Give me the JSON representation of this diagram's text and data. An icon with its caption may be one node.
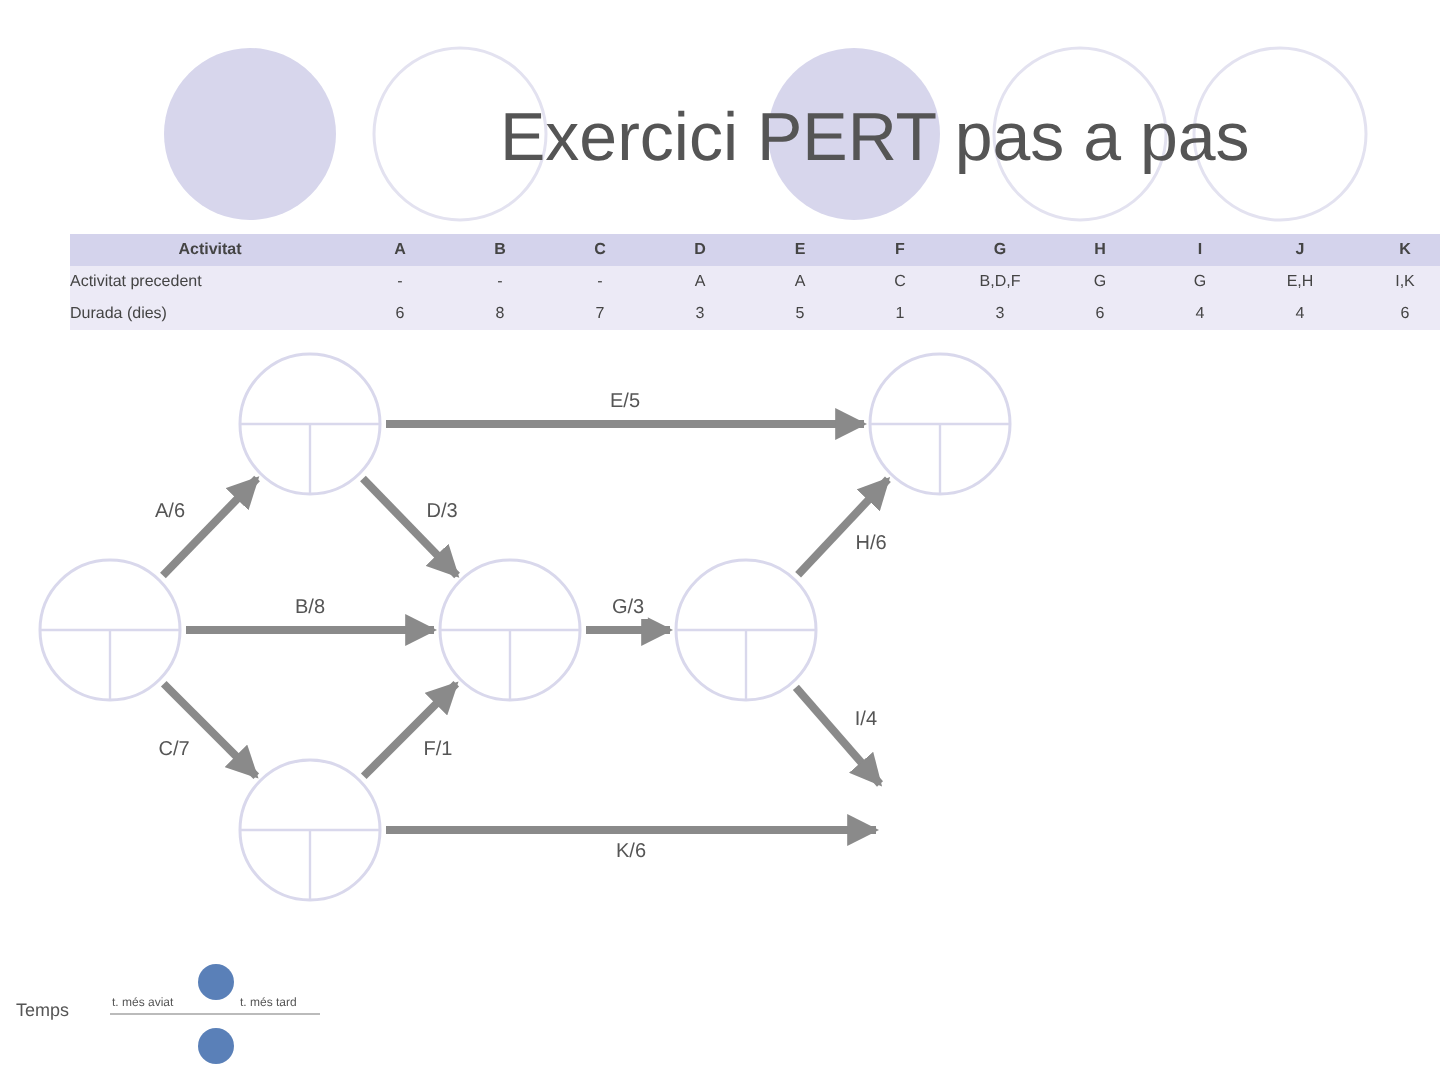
{
  "diagram": {
    "title": "Exercici PERT pas a pas",
    "nodes": [
      {
        "text": [],
        "shape": "circle"
      },
      {
        "text": [],
        "shape": "circle"
      },
      {
        "text": [],
        "shape": "circle"
      },
      {
        "text": [],
        "shape": "circle"
      },
      {
        "text": [],
        "shape": "circle"
      },
      {
        "text": [],
        "shape": "circle"
      }
    ],
    "edges": [
      {
        "from": 0,
        "to": 1,
        "arrow": "to",
        "label": "A/6"
      },
      {
        "from": 0,
        "to": 2,
        "arrow": "to",
        "label": "B/8"
      },
      {
        "from": 0,
        "to": 3,
        "arrow": "to",
        "label": "C/7"
      },
      {
        "from": 1,
        "to": 5,
        "arrow": "to",
        "label": "E/5"
      },
      {
        "from": 1,
        "to": 2,
        "arrow": "to",
        "label": "D/3"
      },
      {
        "from": 3,
        "to": 2,
        "arrow": "to",
        "label": "F/1"
      },
      {
        "from": 2,
        "to": 4,
        "arrow": "to",
        "label": "G/3"
      },
      {
        "from": 4,
        "to": 5,
        "arrow": "to",
        "label": "H/6"
      },
      {
        "from": 4,
        "to": null,
        "arrow": "to",
        "label": "I/4"
      },
      {
        "from": 3,
        "to": null,
        "arrow": "to",
        "label": "K/6"
      }
    ],
    "labels": [
      "Activitat",
      "A",
      "B",
      "C",
      "D",
      "E",
      "F",
      "G",
      "H",
      "I",
      "J",
      "K",
      "Activitat precedent",
      "-",
      "-",
      "-",
      "A",
      "A",
      "C",
      "B,D,F",
      "G",
      "G",
      "E,H",
      "I,K",
      "Durada (dies)",
      "6",
      "8",
      "7",
      "3",
      "5",
      "1",
      "3",
      "6",
      "4",
      "4",
      "6",
      "Temps",
      "t. més aviat",
      "t. més tard"
    ]
  }
}
